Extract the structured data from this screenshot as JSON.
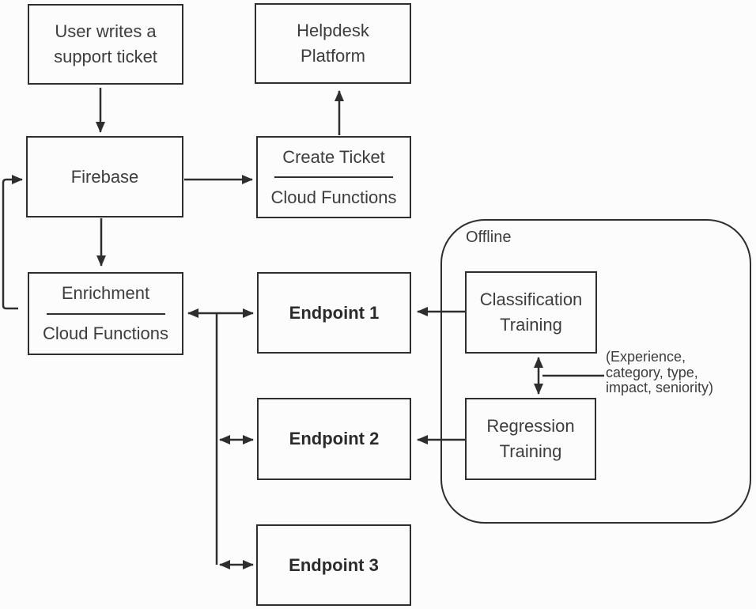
{
  "diagram": {
    "nodes": {
      "user_ticket": {
        "label": "User writes a\nsupport ticket"
      },
      "helpdesk": {
        "label": "Helpdesk\nPlatform"
      },
      "firebase": {
        "label": "Firebase"
      },
      "create_ticket": {
        "top": "Create Ticket",
        "bottom": "Cloud Functions"
      },
      "enrichment": {
        "top": "Enrichment",
        "bottom": "Cloud Functions"
      },
      "endpoint1": {
        "label": "Endpoint 1"
      },
      "endpoint2": {
        "label": "Endpoint 2"
      },
      "endpoint3": {
        "label": "Endpoint 3"
      },
      "offline_group": {
        "label": "Offline"
      },
      "classification": {
        "label": "Classification\nTraining"
      },
      "regression": {
        "label": "Regression\nTraining"
      }
    },
    "annotation": {
      "label": "(Experience,\ncategory, type,\nimpact, seniority)"
    },
    "edges": [
      {
        "from": "user_ticket",
        "to": "firebase",
        "type": "arrow"
      },
      {
        "from": "firebase",
        "to": "create_ticket",
        "type": "arrow"
      },
      {
        "from": "create_ticket",
        "to": "helpdesk",
        "type": "arrow"
      },
      {
        "from": "firebase",
        "to": "enrichment",
        "type": "arrow"
      },
      {
        "from": "enrichment",
        "to": "firebase",
        "type": "loop-arrow-left"
      },
      {
        "from": "enrichment",
        "to": "endpoint1",
        "type": "double-arrow"
      },
      {
        "from": "enrichment",
        "to": "endpoint2",
        "type": "double-arrow-branch"
      },
      {
        "from": "enrichment",
        "to": "endpoint3",
        "type": "double-arrow-branch"
      },
      {
        "from": "classification",
        "to": "endpoint1",
        "type": "arrow"
      },
      {
        "from": "regression",
        "to": "endpoint2",
        "type": "arrow"
      },
      {
        "from": "classification",
        "to": "regression",
        "type": "double-arrow"
      },
      {
        "from": "annotation",
        "to": "classification-regression-link",
        "type": "plain-line"
      }
    ],
    "colors": {
      "line": "#2e2e2e",
      "text": "#3d3d3d",
      "background": "#fcfcfc"
    }
  }
}
